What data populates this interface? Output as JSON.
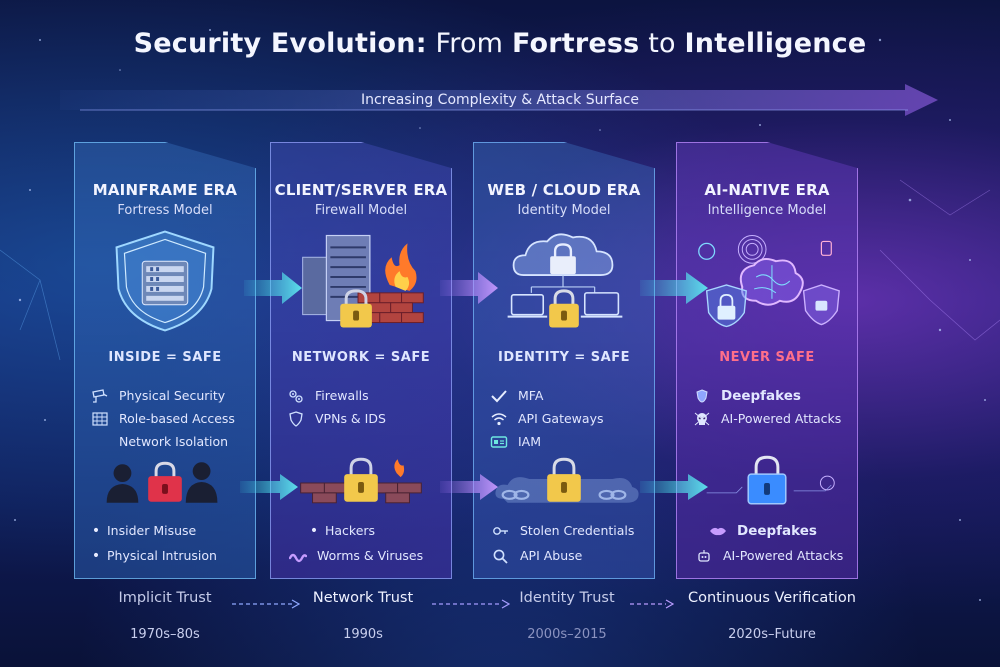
{
  "title": {
    "part1": "Security Evolution:",
    "part2": " From ",
    "part3": "Fortress",
    "part4": " to ",
    "part5": "Intelligence"
  },
  "axis_label": "Increasing Complexity & Attack Surface",
  "eras": [
    {
      "name": "MAINFRAME ERA",
      "model": "Fortress Model",
      "principle": "INSIDE = SAFE",
      "controls": [
        "Physical Security",
        "Role-based Access",
        "Network Isolation"
      ],
      "threats": [
        "Insider Misuse",
        "Physical Intrusion"
      ],
      "trust": "Implicit Trust",
      "dates": "1970s–80s"
    },
    {
      "name": "CLIENT/SERVER ERA",
      "model": "Firewall Model",
      "principle": "NETWORK = SAFE",
      "controls": [
        "Firewalls",
        "VPNs & IDS"
      ],
      "threats": [
        "Hackers",
        "Worms & Viruses"
      ],
      "trust": "Network Trust",
      "dates": "1990s"
    },
    {
      "name": "WEB / CLOUD ERA",
      "model": "Identity Model",
      "principle": "IDENTITY = SAFE",
      "controls": [
        "MFA",
        "API Gateways",
        "IAM"
      ],
      "threats": [
        "Stolen Credentials",
        "API Abuse"
      ],
      "trust": "Identity Trust",
      "dates": "2000s–2015"
    },
    {
      "name": "AI-NATIVE ERA",
      "model": "Intelligence Model",
      "principle": "NEVER SAFE",
      "controls": [
        "Deepfakes",
        "AI-Powered Attacks"
      ],
      "threats": [
        "Deepfakes",
        "AI-Powered Attacks"
      ],
      "trust": "Continuous Verification",
      "dates": "2020s–Future"
    }
  ],
  "colors": {
    "accent_cyan": "#3fd9e8",
    "accent_purple": "#9a6bff",
    "danger": "#ff6f8a",
    "lock_gold": "#f2c84b",
    "lock_blue": "#3a8cff"
  }
}
